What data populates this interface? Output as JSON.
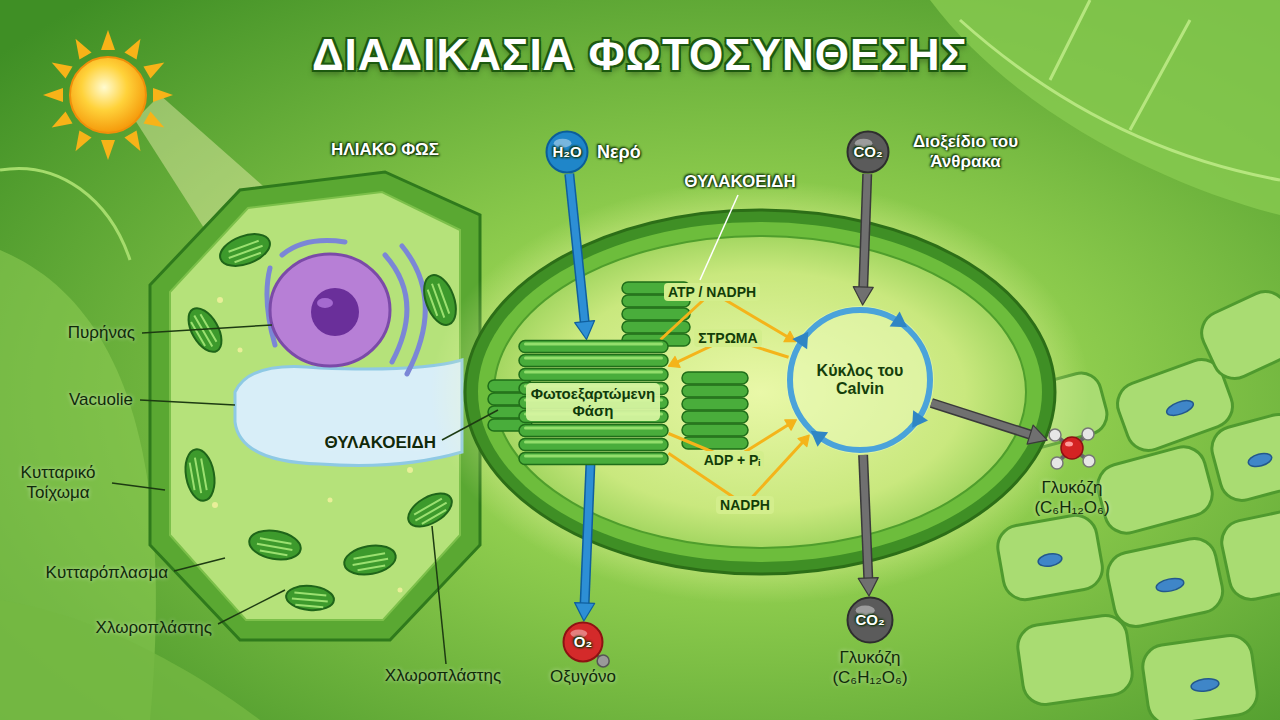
{
  "diagram": {
    "title": "ΔΙΑΔΙΚΑΣΙΑ ΦΩΤΟΣΥΝΘΕΣΗΣ",
    "nodes": [
      {
        "text": [
          "H₂O",
          "Νερό"
        ]
      },
      {
        "text": [
          "CO₂",
          "Διοξείδιο του Άνθρακα"
        ]
      },
      {
        "text": [
          "Φωτοεξαρτώμενη Φάση"
        ]
      },
      {
        "text": [
          "Κύκλος του Calvin"
        ]
      },
      {
        "text": [
          "Γλυκόζη (C₆H₁₂O₆)"
        ]
      },
      {
        "text": [
          "O₂",
          "Οξυγόνο"
        ]
      },
      {
        "text": [
          "CO₂",
          "Γλυκόζη (C₆H₁₂O₆)"
        ]
      }
    ],
    "edges": [
      {
        "from": 0,
        "to": 2,
        "arrow": "to"
      },
      {
        "from": 1,
        "to": 3,
        "arrow": "to"
      },
      {
        "from": 2,
        "to": 3,
        "label": "ATP / NADPH",
        "arrow": "to"
      },
      {
        "from": 3,
        "to": 2,
        "label": "ΣΤΡΩΜΑ",
        "arrow": "to"
      },
      {
        "from": 2,
        "to": 3,
        "label": "ADP + Pᵢ",
        "arrow": "to"
      },
      {
        "from": 2,
        "to": 3,
        "label": "NADPH",
        "arrow": "to"
      },
      {
        "from": 2,
        "to": 5,
        "arrow": "to"
      },
      {
        "from": 3,
        "to": 6,
        "arrow": "to"
      },
      {
        "from": 3,
        "to": 4,
        "arrow": "to"
      }
    ],
    "labels": [
      "ΗΛΙΑΚΟ ΦΩΣ",
      "ΘΥΛΑΚΟΕΙΔΗ",
      "Πυρήνας",
      "Vacuolie",
      "ΘΥΛΑΚΟΕΙΔΗ",
      "Κυτταρικό Τοίχωμα",
      "Κυτταρόπλασμα",
      "Χλωροπλάστης",
      "Χλωροπλάστης"
    ]
  }
}
